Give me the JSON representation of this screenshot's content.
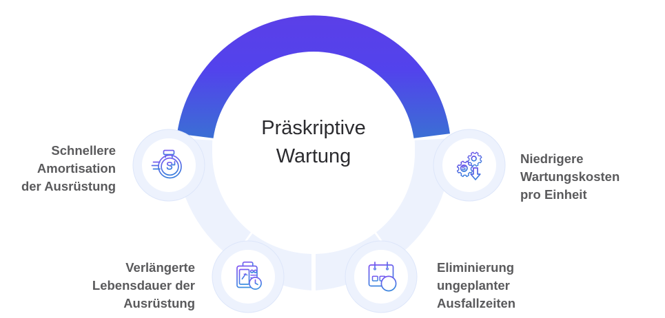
{
  "diagram": {
    "type": "radial-hub-and-spoke",
    "center": {
      "title": "Präskriptive\nWartung"
    },
    "colors": {
      "ring_gradient_start": "#5B3FE8",
      "ring_gradient_end": "#3B6FD4",
      "ring_inactive": "#EDF2FD",
      "badge_halo": "#EDF2FD",
      "badge_fill": "#FFFFFF",
      "icon_purple": "#6C4BE8",
      "icon_blue": "#3B7DDD",
      "label_text": "#5A5A5C",
      "title_text": "#2B2B2F",
      "background": "#FFFFFF"
    },
    "nodes": [
      {
        "id": "faster-roi",
        "label": "Schnellere\nAmortisation\nder Ausrüstung",
        "icon": "stopwatch-dollar-icon",
        "position": "left"
      },
      {
        "id": "lower-cost",
        "label": "Niedrigere\nWartungskosten\npro Einheit",
        "icon": "gears-dollar-down-arrow-icon",
        "position": "right"
      },
      {
        "id": "extended-lifespan",
        "label": "Verlängerte\nLebensdauer der\nAusrüstung",
        "icon": "toolbox-clock-icon",
        "position": "bottom-left"
      },
      {
        "id": "eliminate-downtime",
        "label": "Eliminierung\nungeplanter\nAusfallzeiten",
        "icon": "calendar-minus-icon",
        "position": "bottom-right"
      }
    ]
  }
}
